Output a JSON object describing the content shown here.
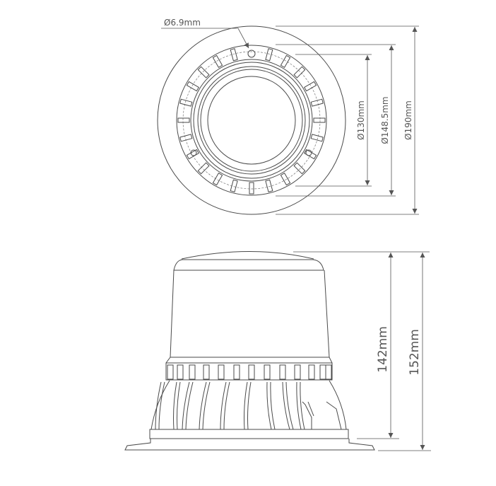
{
  "top_view": {
    "hole_diameter_label": "Ø6.9mm",
    "inner_diameter_label": "Ø130mm",
    "ring_diameter_label": "Ø148.5mm",
    "outer_diameter_label": "Ø190mm"
  },
  "side_view": {
    "body_height_label": "142mm",
    "total_height_label": "152mm"
  },
  "colors": {
    "line": "#4a4a4a",
    "text": "#555555"
  }
}
